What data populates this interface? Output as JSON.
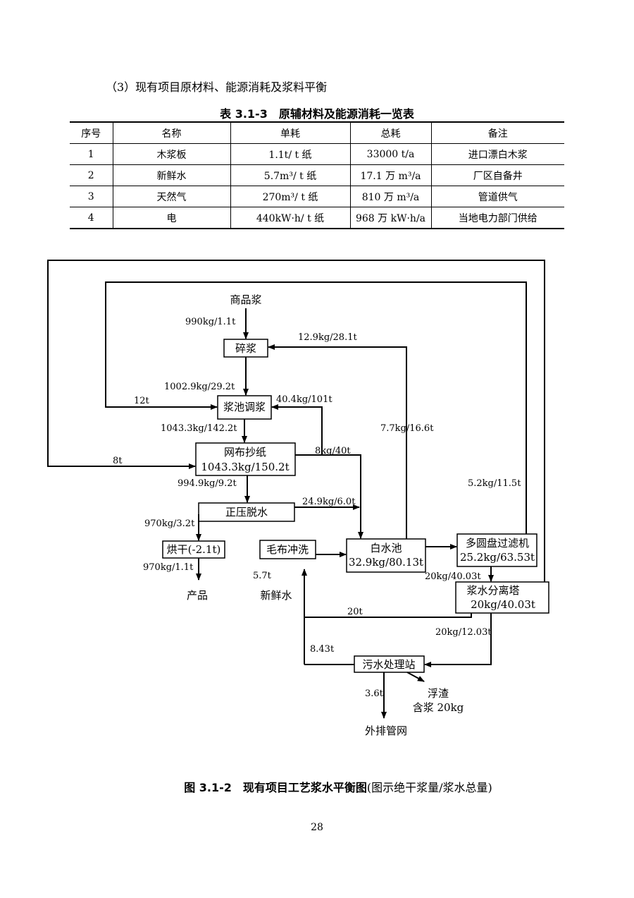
{
  "section_heading": "（3）现有项目原材料、能源消耗及浆料平衡",
  "table": {
    "caption": "表 3.1-3　原辅材料及能源消耗一览表",
    "headers": [
      "序号",
      "名称",
      "单耗",
      "总耗",
      "备注"
    ],
    "rows": [
      [
        "1",
        "木浆板",
        "1.1t/ t 纸",
        "33000 t/a",
        "进口漂白木浆"
      ],
      [
        "2",
        "新鲜水",
        "5.7m³/ t 纸",
        "17.1 万 m³/a",
        "厂区自备井"
      ],
      [
        "3",
        "天然气",
        "270m³/ t 纸",
        "810 万 m³/a",
        "管道供气"
      ],
      [
        "4",
        "电",
        "440kW·h/ t 纸",
        "968 万 kW·h/a",
        "当地电力部门供给"
      ]
    ]
  },
  "diagram": {
    "nodes": {
      "commercial_pulp": "商品浆",
      "pulping": "碎浆",
      "stock_prep": "浆池调浆",
      "paper_machine_1": "网布抄纸",
      "paper_machine_2": "1043.3kg/150.2t",
      "press": "正压脱水",
      "dryer": "烘干(-2.1t)",
      "product": "产品",
      "felt_wash": "毛布冲洗",
      "fresh_water": "新鲜水",
      "white_water_1": "白水池",
      "white_water_2": "32.9kg/80.13t",
      "disc_filter_1": "多圆盘过滤机",
      "disc_filter_2": "25.2kg/63.53t",
      "separator_1": "浆水分离塔",
      "separator_2": "20kg/40.03t",
      "wwtp": "污水处理站",
      "scum_1": "浮渣",
      "scum_2": "含浆 20kg",
      "outfall": "外排管网"
    },
    "flows": {
      "f_990": "990kg/1.1t",
      "f_12_9": "12.9kg/28.1t",
      "f_1002": "1002.9kg/29.2t",
      "f_12t": "12t",
      "f_40_4": "40.4kg/101t",
      "f_7_7": "7.7kg/16.6t",
      "f_1043": "1043.3kg/142.2t",
      "f_8kg": "8kg/40t",
      "f_8t": "8t",
      "f_994": "994.9kg/9.2t",
      "f_5_2": "5.2kg/11.5t",
      "f_24_9": "24.9kg/6.0t",
      "f_970a": "970kg/3.2t",
      "f_970b": "970kg/1.1t",
      "f_5_7": "5.7t",
      "f_20_40": "20kg/40.03t",
      "f_20t": "20t",
      "f_20_12": "20kg/12.03t",
      "f_8_43": "8.43t",
      "f_3_6": "3.6t"
    }
  },
  "figure_caption": {
    "label": "图 3.1-2　现有项目工艺浆水平衡图",
    "note": "(图示绝干浆量/浆水总量)"
  },
  "page_number": "28"
}
